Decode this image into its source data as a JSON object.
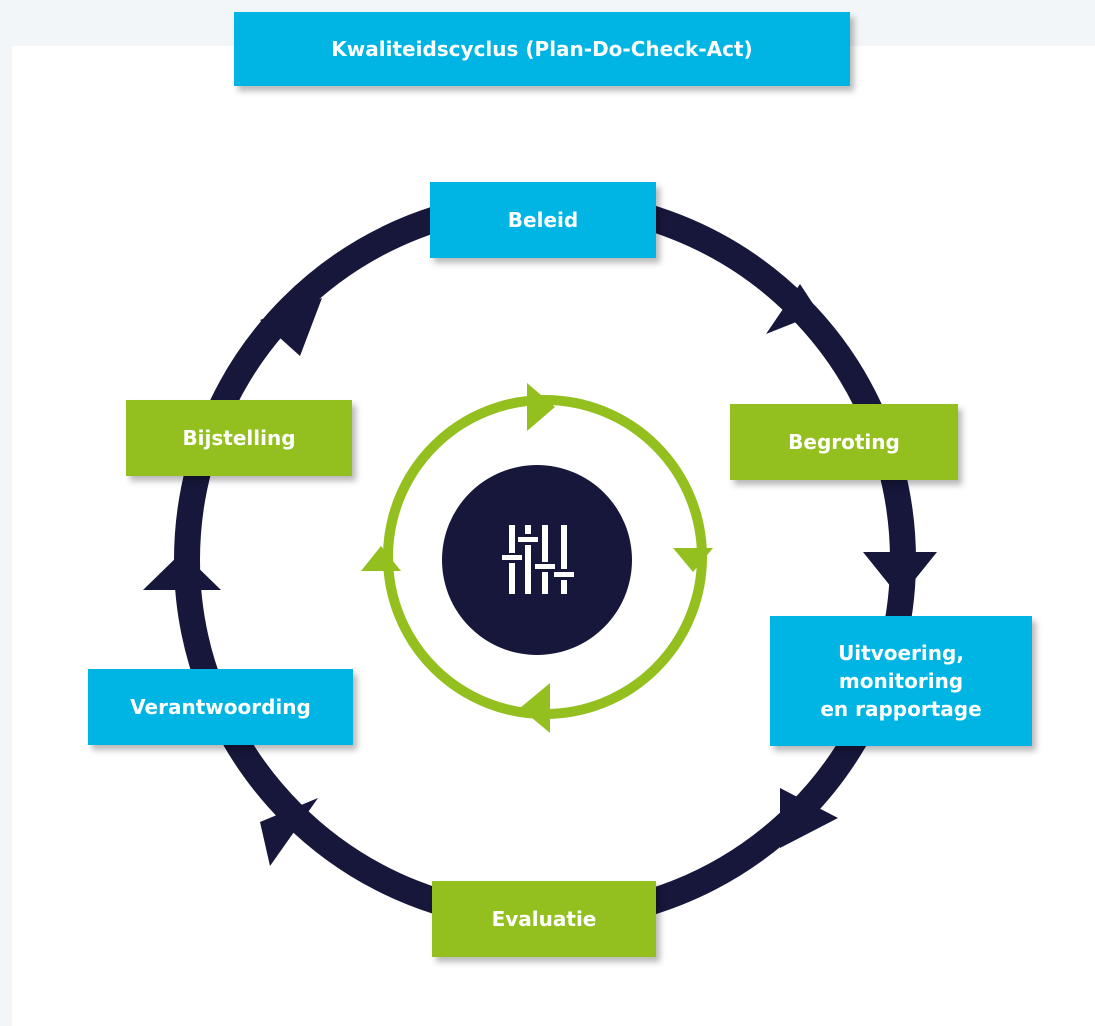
{
  "title": "Kwaliteidscyclus (Plan-Do-Check-Act)",
  "colors": {
    "blue": "#00b5e4",
    "green": "#93c01f",
    "navy": "#17173b",
    "background": "#f3f6f8",
    "panel": "#ffffff"
  },
  "cycle_steps": [
    {
      "label": "Beleid",
      "color": "blue"
    },
    {
      "label": "Begroting",
      "color": "green"
    },
    {
      "label": "Uitvoering,\nmonitoring\nen rapportage",
      "color": "blue"
    },
    {
      "label": "Evaluatie",
      "color": "green"
    },
    {
      "label": "Verantwoording",
      "color": "blue"
    },
    {
      "label": "Bijstelling",
      "color": "green"
    }
  ],
  "center_icon": "sliders-icon"
}
